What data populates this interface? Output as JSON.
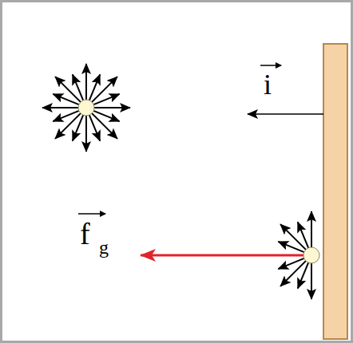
{
  "diagram": {
    "labels": [
      "i",
      "f",
      "g"
    ]
  }
}
